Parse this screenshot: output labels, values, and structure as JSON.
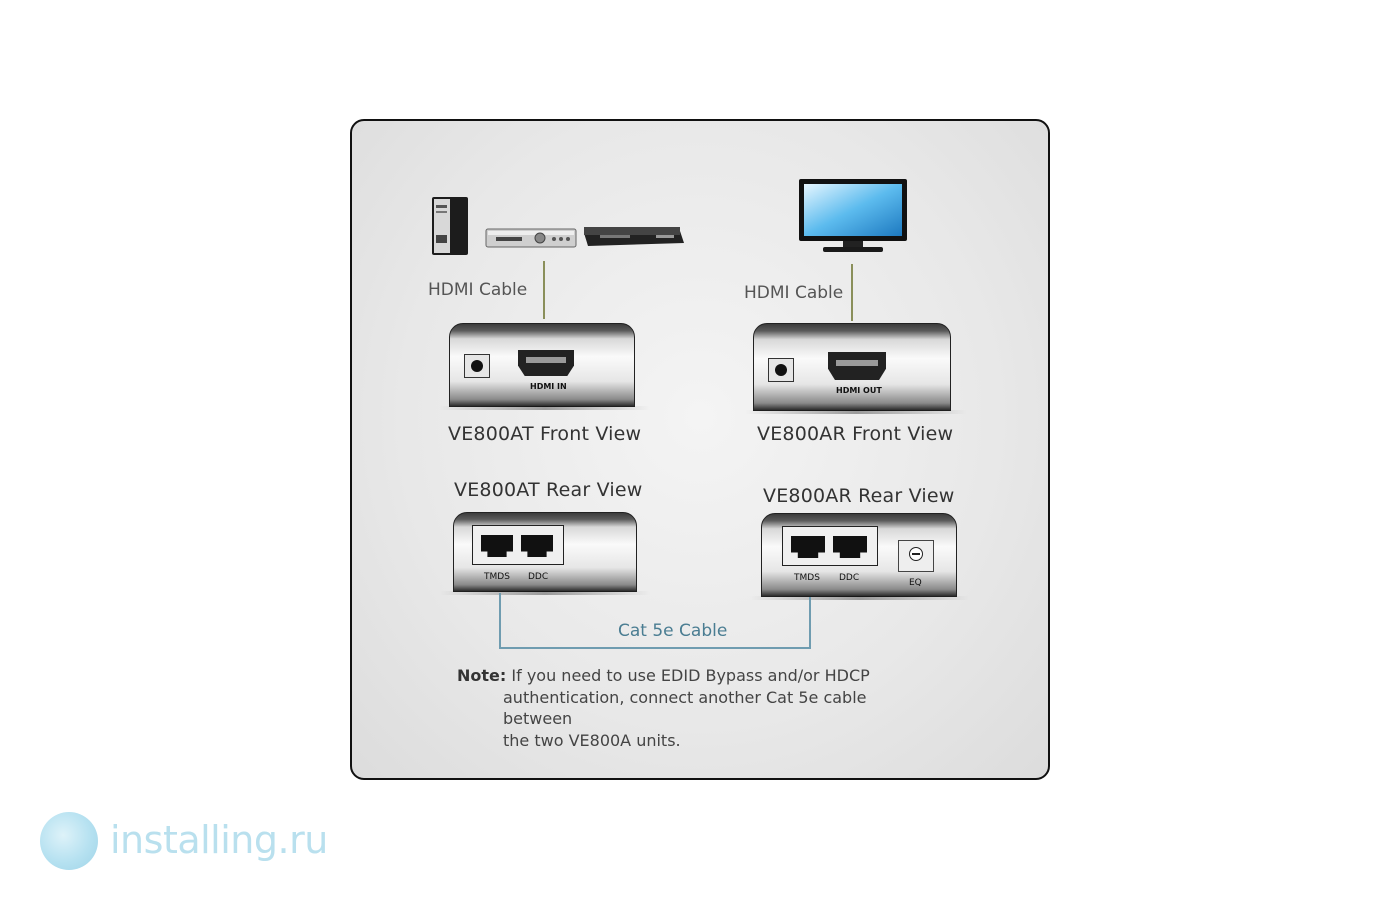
{
  "diagram": {
    "left_cable_label": "HDMI Cable",
    "right_cable_label": "HDMI Cable",
    "transmitter_front": {
      "title": "VE800AT Front View",
      "port_label": "HDMI IN"
    },
    "receiver_front": {
      "title": "VE800AR Front View",
      "port_label": "HDMI OUT"
    },
    "transmitter_rear": {
      "title": "VE800AT Rear View",
      "port1_label": "TMDS",
      "port2_label": "DDC"
    },
    "receiver_rear": {
      "title": "VE800AR Rear View",
      "port1_label": "TMDS",
      "port2_label": "DDC",
      "eq_label": "EQ"
    },
    "cat_cable_label": "Cat 5e Cable",
    "note": {
      "prefix": "Note:",
      "line1": "If you need to use EDID Bypass and/or HDCP",
      "line2": "authentication, connect another Cat 5e cable between",
      "line3": "the two VE800A units."
    }
  },
  "watermark": {
    "text": "installing.ru"
  },
  "colors": {
    "cable_line": "#8a8f5a",
    "cat_cable": "#6f9cb0",
    "watermark": "#b9e0ee"
  }
}
